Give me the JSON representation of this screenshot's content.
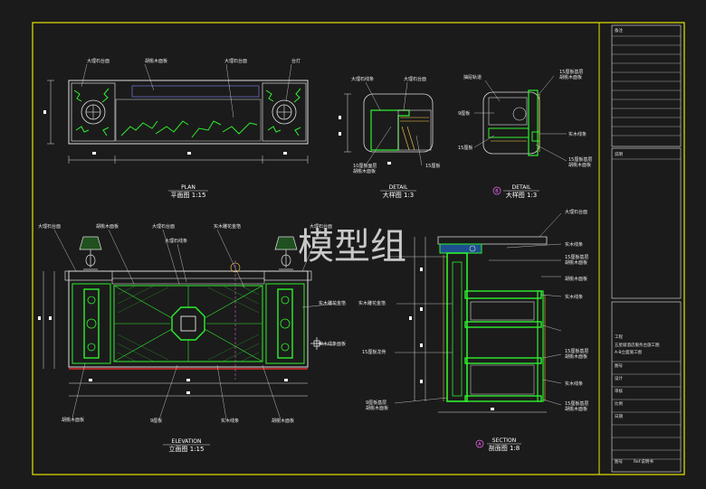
{
  "watermark": "模型组",
  "plan": {
    "caption_en": "PLAN",
    "caption_cn": "平面图 1:15",
    "labels": [
      "大理石台面",
      "胡桃木面板",
      "大理石台面",
      "台灯"
    ]
  },
  "detail_1": {
    "caption_en": "DETAIL",
    "caption_cn": "大样图 1:3",
    "labels": [
      "大理石线条",
      "大理石台面",
      "10厘板面层",
      "胡桃木面板",
      "15厘板"
    ]
  },
  "detail_2": {
    "marker": "B",
    "caption_en": "DETAIL",
    "caption_cn": "大样图 1:3",
    "labels": [
      "抽屉轨道",
      "9厘板",
      "15厘板",
      "15厘板基层",
      "胡桃木面板",
      "实木线条",
      "15厘板基层",
      "胡桃木面板"
    ]
  },
  "elevation": {
    "caption_en": "ELEVATION",
    "caption_cn": "立面图 1:15",
    "labels": [
      "大理石台面",
      "胡桃木面板",
      "大理石台面",
      "实木雕花金箔",
      "大理石线条",
      "大理石台面",
      "实木雕花金箔",
      "实木线条面板",
      "胡桃木面板",
      "9厘板",
      "实木线条",
      "胡桃木面板"
    ]
  },
  "section": {
    "marker": "A",
    "caption_en": "SECTION",
    "caption_cn": "剖面图 1:8",
    "labels": [
      "大理石台面",
      "实木线条",
      "15厘板基层",
      "胡桃木面板",
      "胡桃木面板",
      "实木线条",
      "实木雕花金箔",
      "15厘板龙骨",
      "15厘板基层",
      "胡桃木面板",
      "实木线条",
      "9厘板基层",
      "胡桃木面板",
      "15厘板基层",
      "胡桃木面板"
    ]
  },
  "title_block": {
    "rows": [
      "备注",
      "说明",
      "工程",
      "五星级酒店服务台施工图",
      "A-B立面施工图",
      "图号",
      "设计",
      "审核",
      "比例",
      "日期",
      "图号",
      "Ref.说明书"
    ]
  }
}
